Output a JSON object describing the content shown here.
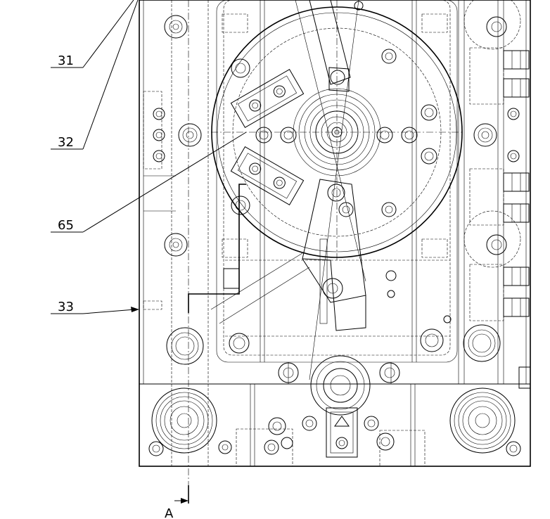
{
  "callouts": [
    {
      "id": "c31",
      "text": "31"
    },
    {
      "id": "c32",
      "text": "32"
    },
    {
      "id": "c65",
      "text": "65"
    },
    {
      "id": "c33",
      "text": "33"
    }
  ],
  "section_marker": {
    "text": "A"
  },
  "colors": {
    "ink": "#000000",
    "paper": "#ffffff"
  }
}
